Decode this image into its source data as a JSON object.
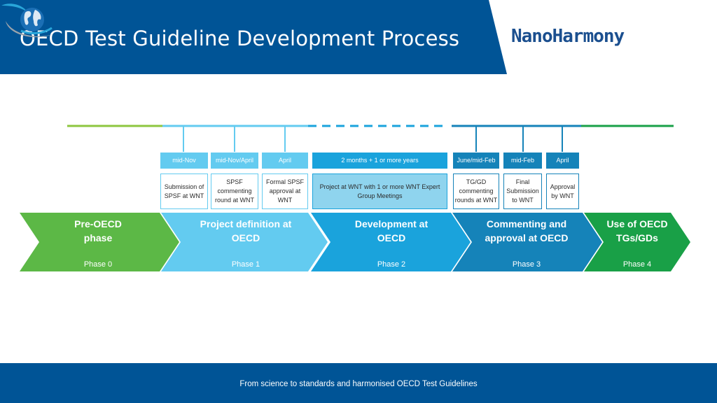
{
  "header": {
    "title": "OECD Test Guideline Development Process",
    "logo_text": "NanoHarmony",
    "colors": {
      "band": "#005496",
      "logo_text": "#1b4f8f"
    }
  },
  "timeline": {
    "dates": [
      "mid-Nov",
      "mid-Nov/April",
      "April",
      "2 months + 1 or more years",
      "June/mid-Feb",
      "mid-Feb",
      "April"
    ],
    "steps": [
      "Submission of SPSF at WNT",
      "SPSF commenting round at WNT",
      "Formal SPSF approval at WNT",
      "Project at WNT with 1 or more WNT Expert Group Meetings",
      "TG/GD commenting rounds at WNT",
      "Final Submission to WNT",
      "Approval by WNT"
    ]
  },
  "phases": [
    {
      "title": "Pre-OECD phase",
      "label": "Phase 0",
      "color": "#5cb846"
    },
    {
      "title": "Project definition at OECD",
      "label": "Phase 1",
      "color": "#63cbf0"
    },
    {
      "title": "Development at OECD",
      "label": "Phase 2",
      "color": "#1aa3dc"
    },
    {
      "title": "Commenting and approval at OECD",
      "label": "Phase 3",
      "color": "#1583b9"
    },
    {
      "title": "Use of OECD TGs/GDs",
      "label": "Phase 4",
      "color": "#19a047"
    }
  ],
  "footer": {
    "text": "From science to standards and harmonised OECD Test Guidelines"
  }
}
